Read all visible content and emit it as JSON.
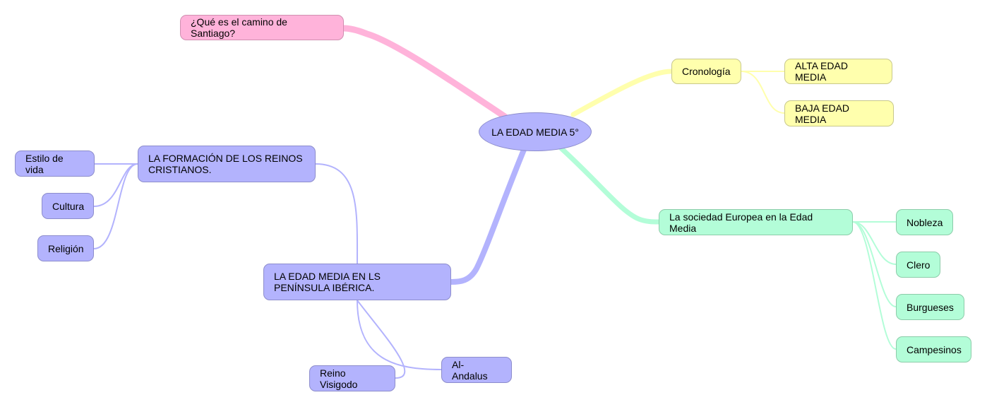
{
  "colors": {
    "pink": "#ffb3da",
    "yellow": "#ffffad",
    "purple": "#b3b3fd",
    "green": "#b3fdd8"
  },
  "central": "LA EDAD MEDIA 5°",
  "santiago": "¿Qué es el camino de Santiago?",
  "cronologia": {
    "label": "Cronología",
    "children": [
      "ALTA EDAD MEDIA",
      "BAJA EDAD MEDIA"
    ]
  },
  "sociedad": {
    "label": "La sociedad Europea en la Edad Media",
    "children": [
      "Nobleza",
      "Clero",
      "Burgueses",
      "Campesinos"
    ]
  },
  "peninsula": {
    "label": "LA EDAD MEDIA EN LS PENÍNSULA IBÉRICA.",
    "children": [
      "Al- Andalus",
      "Reino Visigodo"
    ]
  },
  "formacion": {
    "label": "LA FORMACIÓN DE LOS REINOS CRISTIANOS.",
    "children": [
      "Estilo de vida",
      "Cultura",
      "Religión"
    ]
  }
}
